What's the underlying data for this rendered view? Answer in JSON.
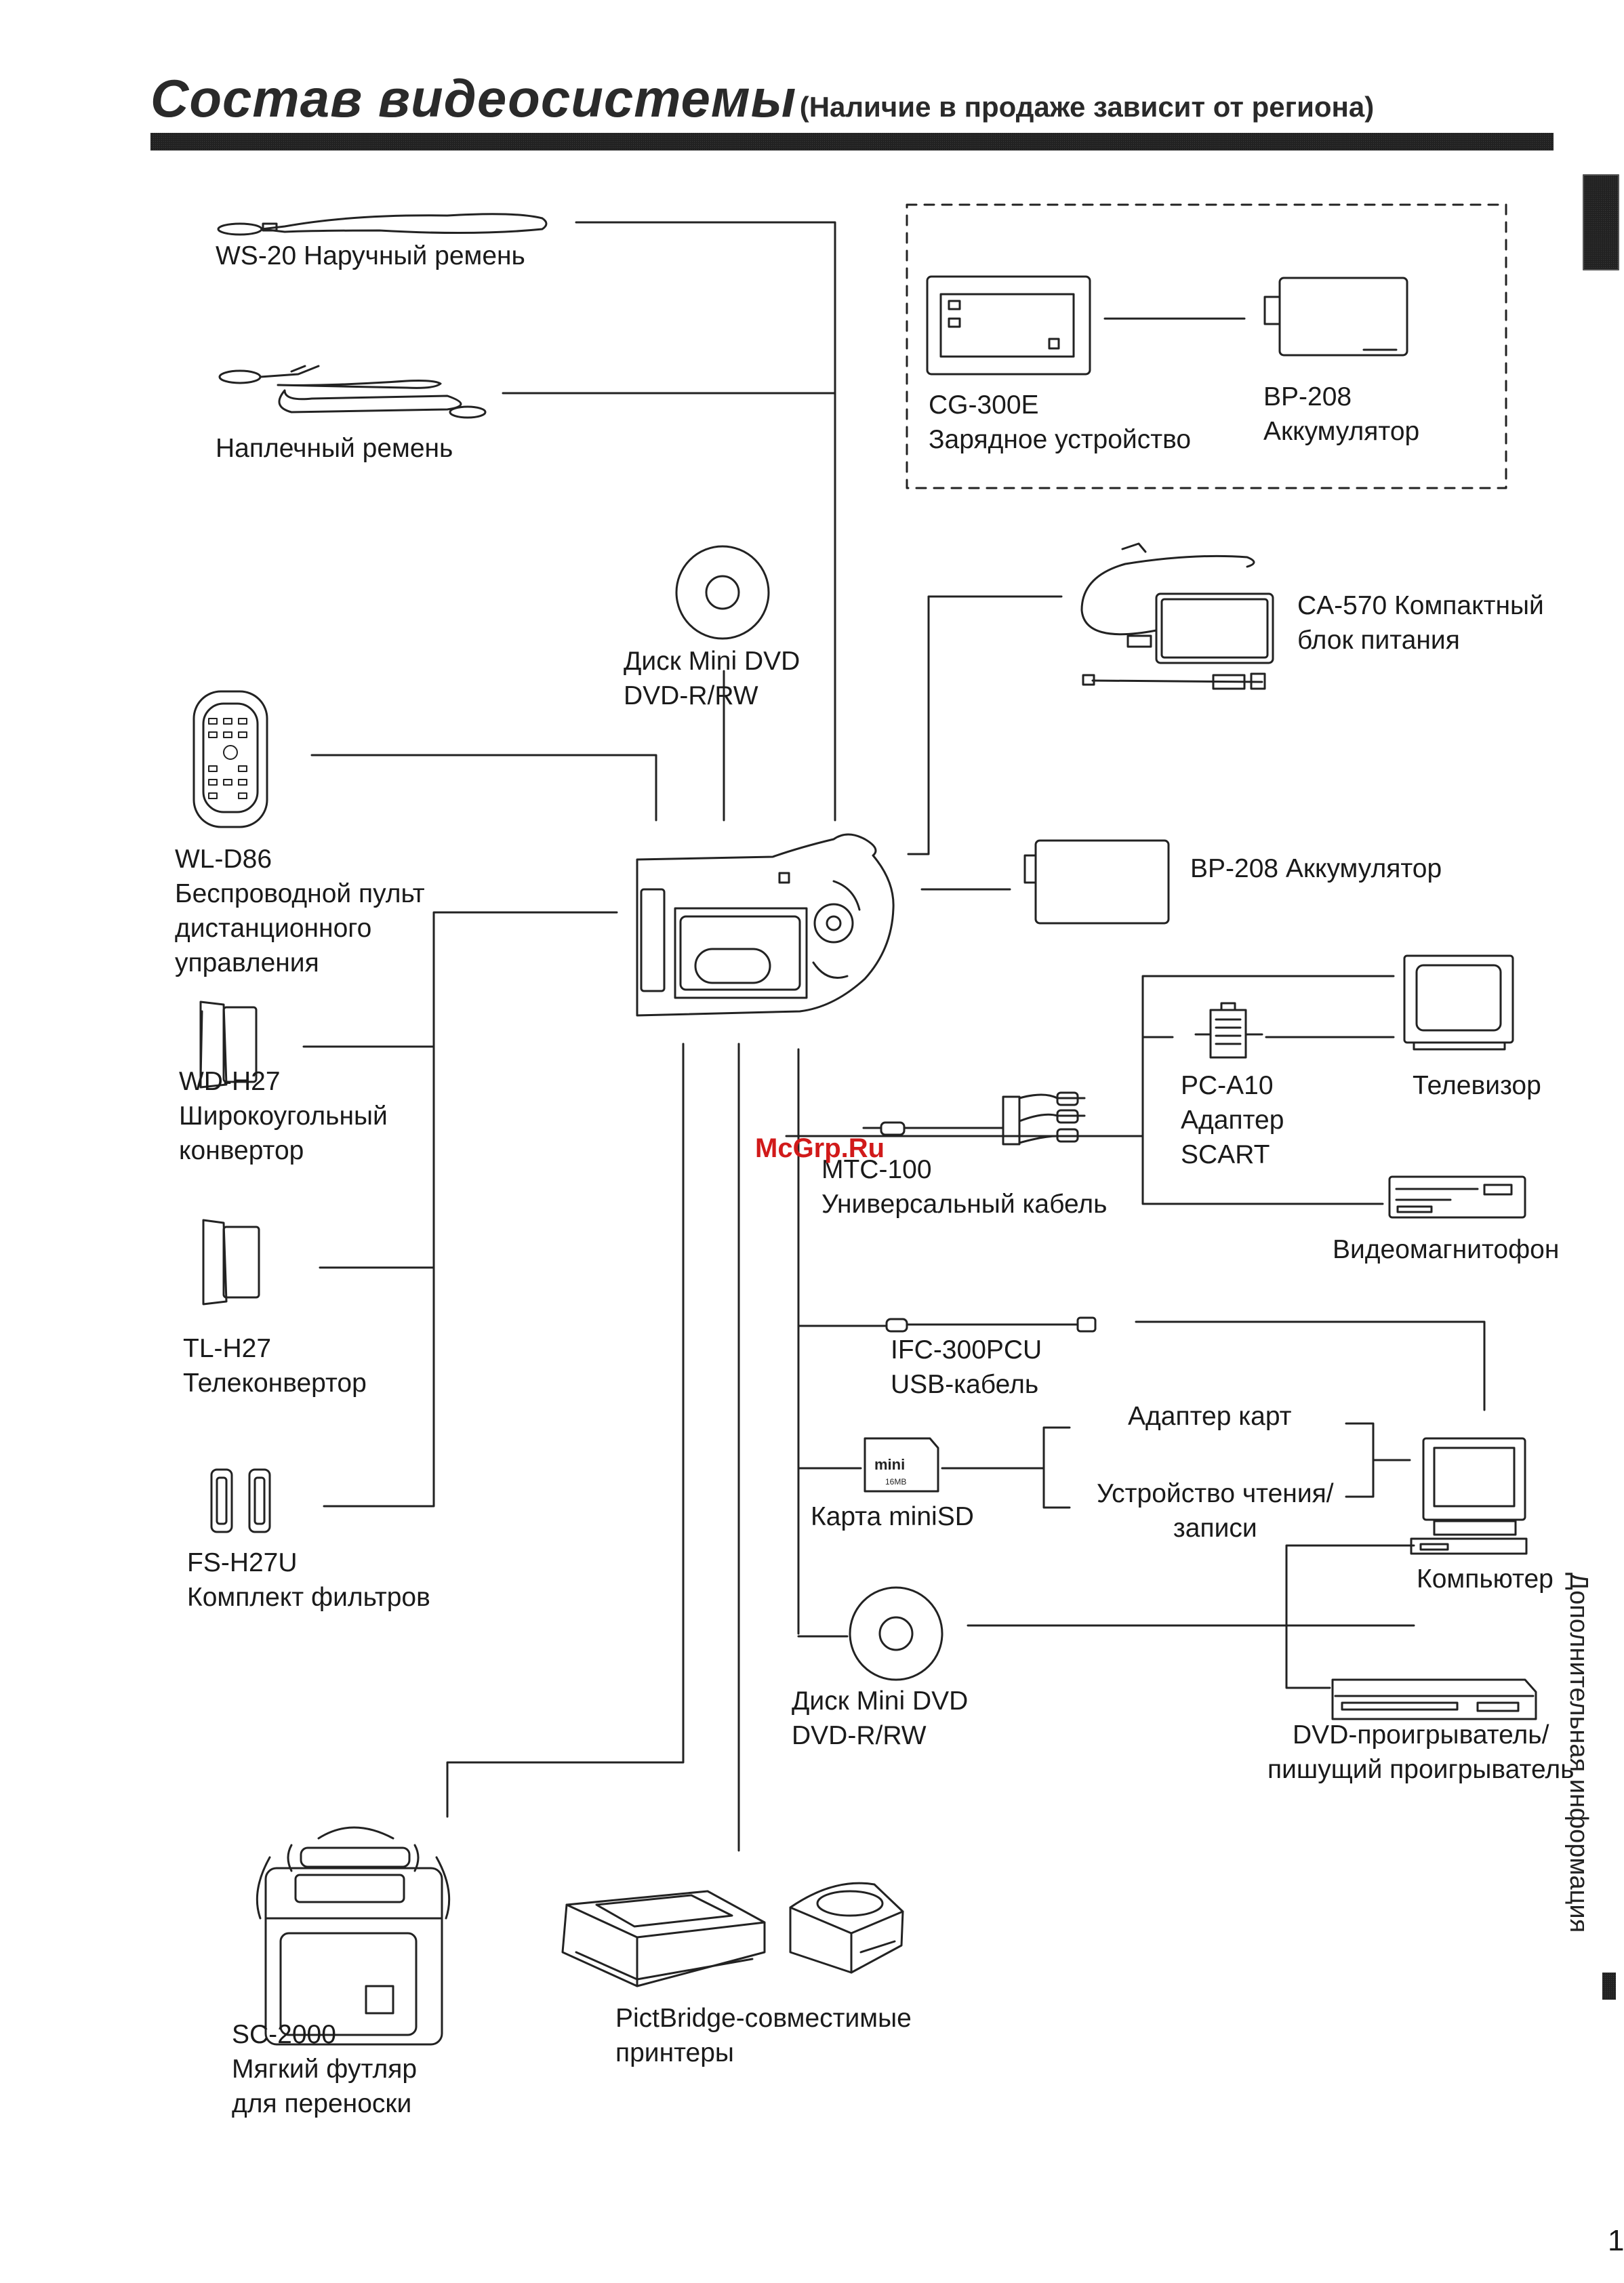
{
  "title": {
    "main": "Состав видеосистемы",
    "sub": "(Наличие в продаже зависит от региона)"
  },
  "watermark": "McGrp.Ru",
  "page_number": "1",
  "sidebar_text": "Дополнительная информация",
  "items": {
    "wrist_strap": [
      "WS-20 Наручный ремень"
    ],
    "shoulder_strap": [
      "Наплечный ремень"
    ],
    "charger": [
      "CG-300E",
      "Зарядное устройство"
    ],
    "battery_kit": [
      "BP-208",
      "Аккумулятор"
    ],
    "power_adapter": [
      "CA-570 Компактный",
      "блок питания"
    ],
    "disc_top": [
      "Диск Mini DVD",
      "DVD-R/RW"
    ],
    "remote": [
      "WL-D86",
      "Беспроводной пульт",
      "дистанционного",
      "управления"
    ],
    "battery": [
      "BP-208 Аккумулятор"
    ],
    "scart": [
      "PC-A10",
      "Адаптер",
      "SCART"
    ],
    "tv": [
      "Телевизор"
    ],
    "wide_conv": [
      "WD-H27",
      "Широкоугольный",
      "конвертор"
    ],
    "av_cable": [
      "MTC-100",
      "Универсальный кабель"
    ],
    "vcr": [
      "Видеомагнитофон"
    ],
    "tele_conv": [
      "TL-H27",
      "Телеконвертор"
    ],
    "usb_cable": [
      "IFC-300PCU",
      "USB-кабель"
    ],
    "card_adapter": [
      "Адаптер карт"
    ],
    "card_reader": [
      "Устройство чтения/",
      "записи"
    ],
    "minisd": [
      "Карта miniSD"
    ],
    "computer": [
      "Компьютер"
    ],
    "filters": [
      "FS-H27U",
      "Комплект фильтров"
    ],
    "disc_bottom": [
      "Диск Mini DVD",
      "DVD-R/RW"
    ],
    "dvd_player": [
      "DVD-проигрыватель/",
      "пишущий проигрыватель"
    ],
    "soft_case": [
      "SC-2000",
      "Мягкий футляр",
      "для переноски"
    ],
    "printers": [
      "PictBridge-совместимые",
      "принтеры"
    ]
  },
  "icons": [
    "strap-icon",
    "shoulder-strap-icon",
    "charger-icon",
    "battery-icon",
    "power-adapter-icon",
    "disc-icon",
    "remote-icon",
    "camcorder-icon",
    "lens-icon",
    "scart-icon",
    "tv-icon",
    "av-cable-icon",
    "vcr-icon",
    "usb-cable-icon",
    "minisd-icon",
    "computer-icon",
    "filter-icon",
    "dvd-player-icon",
    "bag-icon",
    "printer-icon"
  ]
}
